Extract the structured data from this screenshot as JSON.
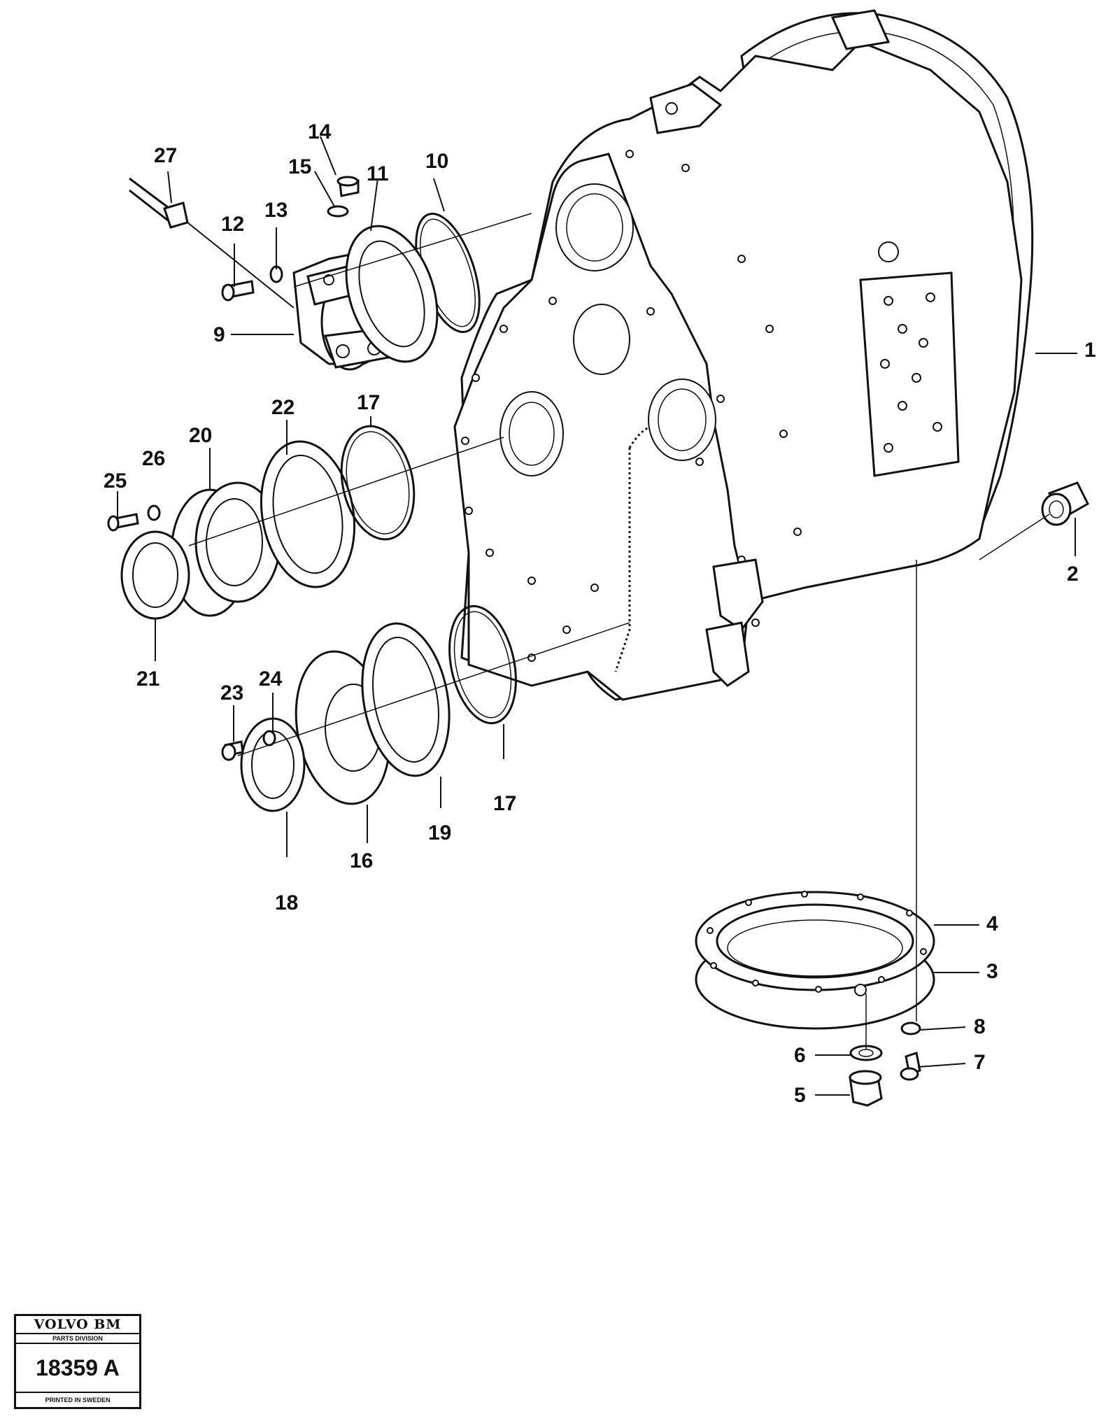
{
  "diagram": {
    "callouts": {
      "c1": "1",
      "c2": "2",
      "c3": "3",
      "c4": "4",
      "c5": "5",
      "c6": "6",
      "c7": "7",
      "c8": "8",
      "c9": "9",
      "c10": "10",
      "c11": "11",
      "c12": "12",
      "c13": "13",
      "c14": "14",
      "c15": "15",
      "c16": "16",
      "c17a": "17",
      "c17b": "17",
      "c18": "18",
      "c19": "19",
      "c20": "20",
      "c21": "21",
      "c22": "22",
      "c23": "23",
      "c24": "24",
      "c25": "25",
      "c26": "26",
      "c27": "27"
    }
  },
  "stamp": {
    "brand": "VOLVO BM",
    "division": "PARTS DIVISION",
    "number": "18359 A",
    "footer": "PRINTED IN SWEDEN"
  }
}
